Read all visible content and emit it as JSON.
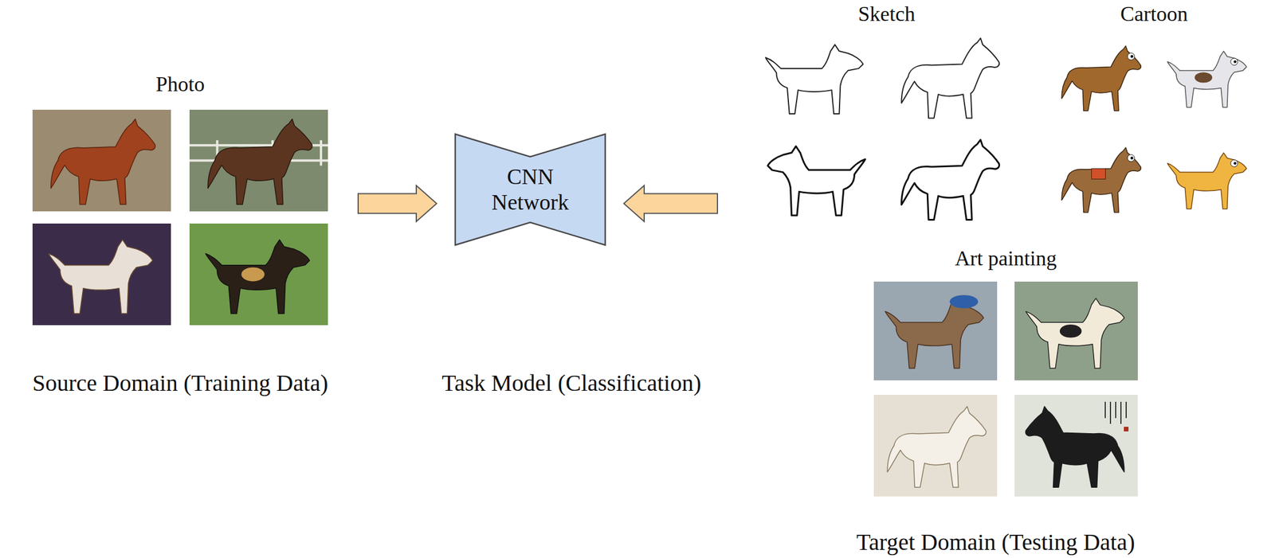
{
  "diagram": {
    "nodes": [
      {
        "text": [
          "Photo",
          "Source Domain (Training Data)"
        ]
      },
      {
        "text": [
          "CNN Network"
        ]
      },
      {
        "text": [
          "Target Domain (Testing Data)"
        ]
      },
      {
        "text": [
          "Sketch"
        ],
        "in": 2
      },
      {
        "text": [
          "Cartoon"
        ],
        "in": 2
      },
      {
        "text": [
          "Art painting"
        ],
        "in": 2
      }
    ],
    "edges": [
      {
        "from": 0,
        "to": 1,
        "arrow": "to"
      },
      {
        "from": 2,
        "to": 1,
        "arrow": "to"
      }
    ],
    "labels": [
      "Task Model (Classification)"
    ]
  }
}
